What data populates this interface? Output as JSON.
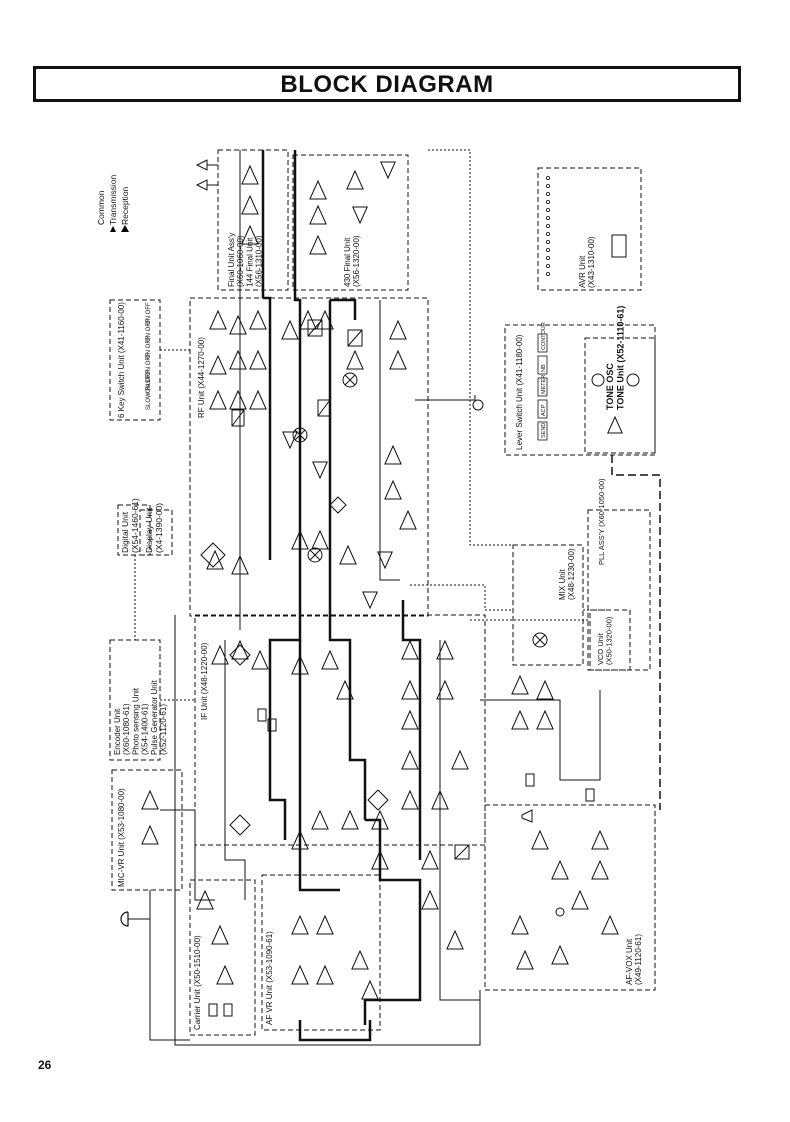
{
  "page": {
    "title": "BLOCK DIAGRAM",
    "page_number": "26"
  },
  "legend": {
    "items": [
      "Common",
      "Transmission",
      "Reception"
    ]
  },
  "units": [
    {
      "id": "final",
      "label": "Final Unit Ass'y\n(X60-1060-00)\n144 Final Unit\n(X56-1310-00)"
    },
    {
      "id": "final430",
      "label": "430 Final Unit\n(X56-1320-00)"
    },
    {
      "id": "avr",
      "label": "AVR Unit\n(X43-1310-00)"
    },
    {
      "id": "keysw",
      "label": "6 Key Switch Unit (X41-1160-00)"
    },
    {
      "id": "rf",
      "label": "RF Unit (X44-1270-00)"
    },
    {
      "id": "lever",
      "label": "Lever Switch Unit (X41-1180-00)"
    },
    {
      "id": "tone",
      "label": "TONE OSC\nTONE Unit (X52-1110-61)"
    },
    {
      "id": "digital",
      "label": "Digital Unit\n(X54-1460-61)"
    },
    {
      "id": "display",
      "label": "Display Unit\n(X4-1390-00)"
    },
    {
      "id": "mix",
      "label": "MIX Unit\n(X48-1230-00)"
    },
    {
      "id": "pll",
      "label": "PLL ASS'Y (X60-1050-00)"
    },
    {
      "id": "vco",
      "label": "VCO Unit\n(X50-1320-00)"
    },
    {
      "id": "encoder",
      "label": "Encoder Unit\n(X60-1080-61)\nPhoto sensing Unit\n(X54-1400-61)\nPulse Generator Unit\n(X52-1120-61)"
    },
    {
      "id": "if",
      "label": "IF Unit (X48-1220-00)"
    },
    {
      "id": "micvr",
      "label": "MIC-VR Unit (X53-1080-00)"
    },
    {
      "id": "carrier",
      "label": "Carrier Unit (X50-1510-00)"
    },
    {
      "id": "afvr",
      "label": "AF VR Unit (X53-1090-61)"
    },
    {
      "id": "afvox",
      "label": "AF-VOX Unit\n(X49-1120-61)"
    }
  ],
  "key_labels": [
    "SLOW FAST",
    "ON OFF",
    "ON OFF",
    "ON OFF",
    "ON OFF",
    "ON OFF"
  ],
  "lever_labels": [
    "SEND",
    "ACP",
    "METER",
    "NB",
    "CONTOUR"
  ],
  "style": {
    "ink": "#111111",
    "paper": "#ffffff"
  }
}
